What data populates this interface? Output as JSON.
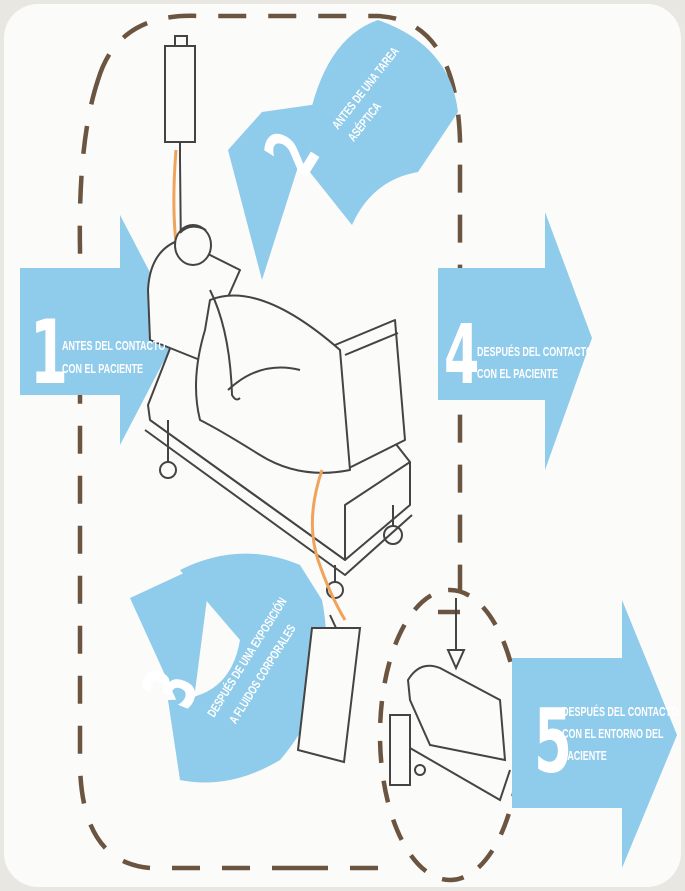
{
  "colors": {
    "arrow": "#8fcbea",
    "dash": "#6b5440",
    "card": "#fbfbfa",
    "line": "#444444",
    "tube": "#f0a35a"
  },
  "steps": [
    {
      "number": "1",
      "line1": "ANTES DEL CONTACTO",
      "line2": "CON EL PACIENTE",
      "line3": ""
    },
    {
      "number": "2",
      "line1": "ANTES DE UNA TAREA",
      "line2": "ASÉPTICA",
      "line3": ""
    },
    {
      "number": "3",
      "line1": "DESPUÉS DE UNA EXPOSICIÓN",
      "line2": "A FLUIDOS CORPORALES",
      "line3": ""
    },
    {
      "number": "4",
      "line1": "DESPUÉS DEL CONTACTO",
      "line2": "CON EL PACIENTE",
      "line3": ""
    },
    {
      "number": "5",
      "line1": "DESPUÉS DEL CONTACTO",
      "line2": "CON EL ENTORNO DEL",
      "line3": "PACIENTE"
    }
  ],
  "icons": {
    "iv_drip": "iv-drip-icon",
    "hospital_bed": "hospital-bed-icon",
    "urine_bag": "urine-bag-icon",
    "bed_environment": "bed-environment-icon"
  }
}
